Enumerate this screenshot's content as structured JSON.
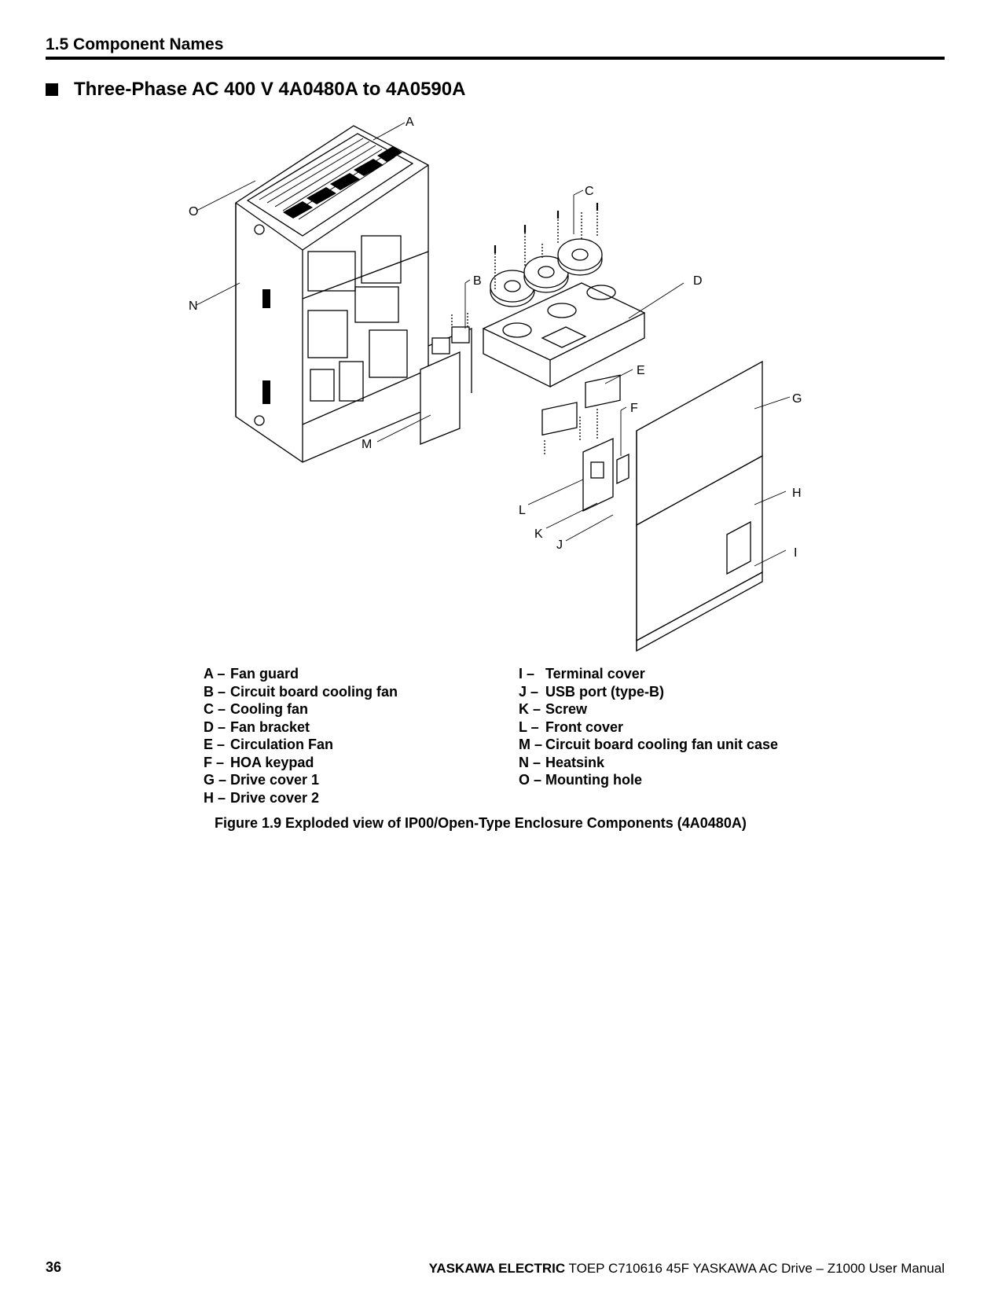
{
  "header": {
    "section_title": "1.5 Component Names"
  },
  "subsection": {
    "title": "Three-Phase AC 400 V 4A0480A to 4A0590A"
  },
  "figure": {
    "callouts": [
      "A",
      "B",
      "C",
      "D",
      "E",
      "F",
      "G",
      "H",
      "I",
      "J",
      "K",
      "L",
      "M",
      "N",
      "O"
    ]
  },
  "legend": {
    "left": [
      {
        "key": "A –",
        "label": "Fan guard"
      },
      {
        "key": "B –",
        "label": "Circuit board cooling fan"
      },
      {
        "key": "C –",
        "label": "Cooling fan"
      },
      {
        "key": "D –",
        "label": "Fan bracket"
      },
      {
        "key": "E –",
        "label": "Circulation Fan"
      },
      {
        "key": "F –",
        "label": "HOA keypad"
      },
      {
        "key": "G –",
        "label": "Drive cover 1"
      },
      {
        "key": "H –",
        "label": "Drive cover 2"
      }
    ],
    "right": [
      {
        "key": "I –",
        "label": "Terminal cover"
      },
      {
        "key": "J –",
        "label": "USB port (type-B)"
      },
      {
        "key": "K –",
        "label": "Screw"
      },
      {
        "key": "L –",
        "label": "Front cover"
      },
      {
        "key": "M –",
        "label": "Circuit board cooling fan unit case"
      },
      {
        "key": "N –",
        "label": "Heatsink"
      },
      {
        "key": "O –",
        "label": "Mounting hole"
      }
    ]
  },
  "caption": "Figure 1.9  Exploded view of IP00/Open-Type Enclosure Components (4A0480A)",
  "footer": {
    "page_number": "36",
    "brand": "YASKAWA ELECTRIC",
    "doc": "TOEP C710616 45F YASKAWA AC Drive – Z1000 User Manual"
  }
}
